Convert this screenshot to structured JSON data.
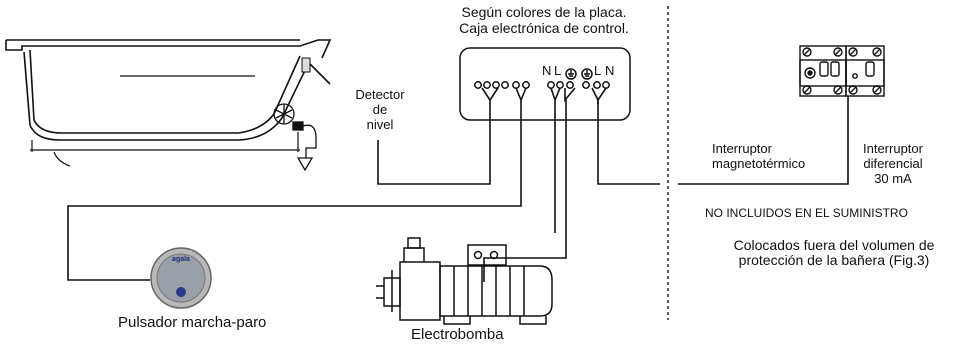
{
  "control_box": {
    "caption_line1": "Según colores de la placa.",
    "caption_line2": "Caja electrónica de control.",
    "terminal_n1": "N",
    "terminal_l1": "L",
    "terminal_l2": "L",
    "terminal_n2": "N"
  },
  "level_detector": {
    "line1": "Detector",
    "line2": "de",
    "line3": "nivel"
  },
  "breaker": {
    "line1": "Interruptor",
    "line2": "magnetotérmico"
  },
  "differential": {
    "line1": "Interruptor",
    "line2": "diferencial",
    "line3": "30 mA"
  },
  "not_included": "NO INCLUIDOS EN EL SUMINISTRO",
  "placement_note": {
    "line1": "Colocados fuera del volumen de",
    "line2": "protección de la bañera (Fig.3)"
  },
  "push_button": {
    "label": "Pulsador marcha-paro",
    "brand": "agala"
  },
  "pump": {
    "label": "Electrobomba"
  },
  "colors": {
    "line": "#111111",
    "button_outer": "#b8b8b8",
    "button_inner": "#9aa0a8",
    "button_dot": "#2a3a8a"
  }
}
